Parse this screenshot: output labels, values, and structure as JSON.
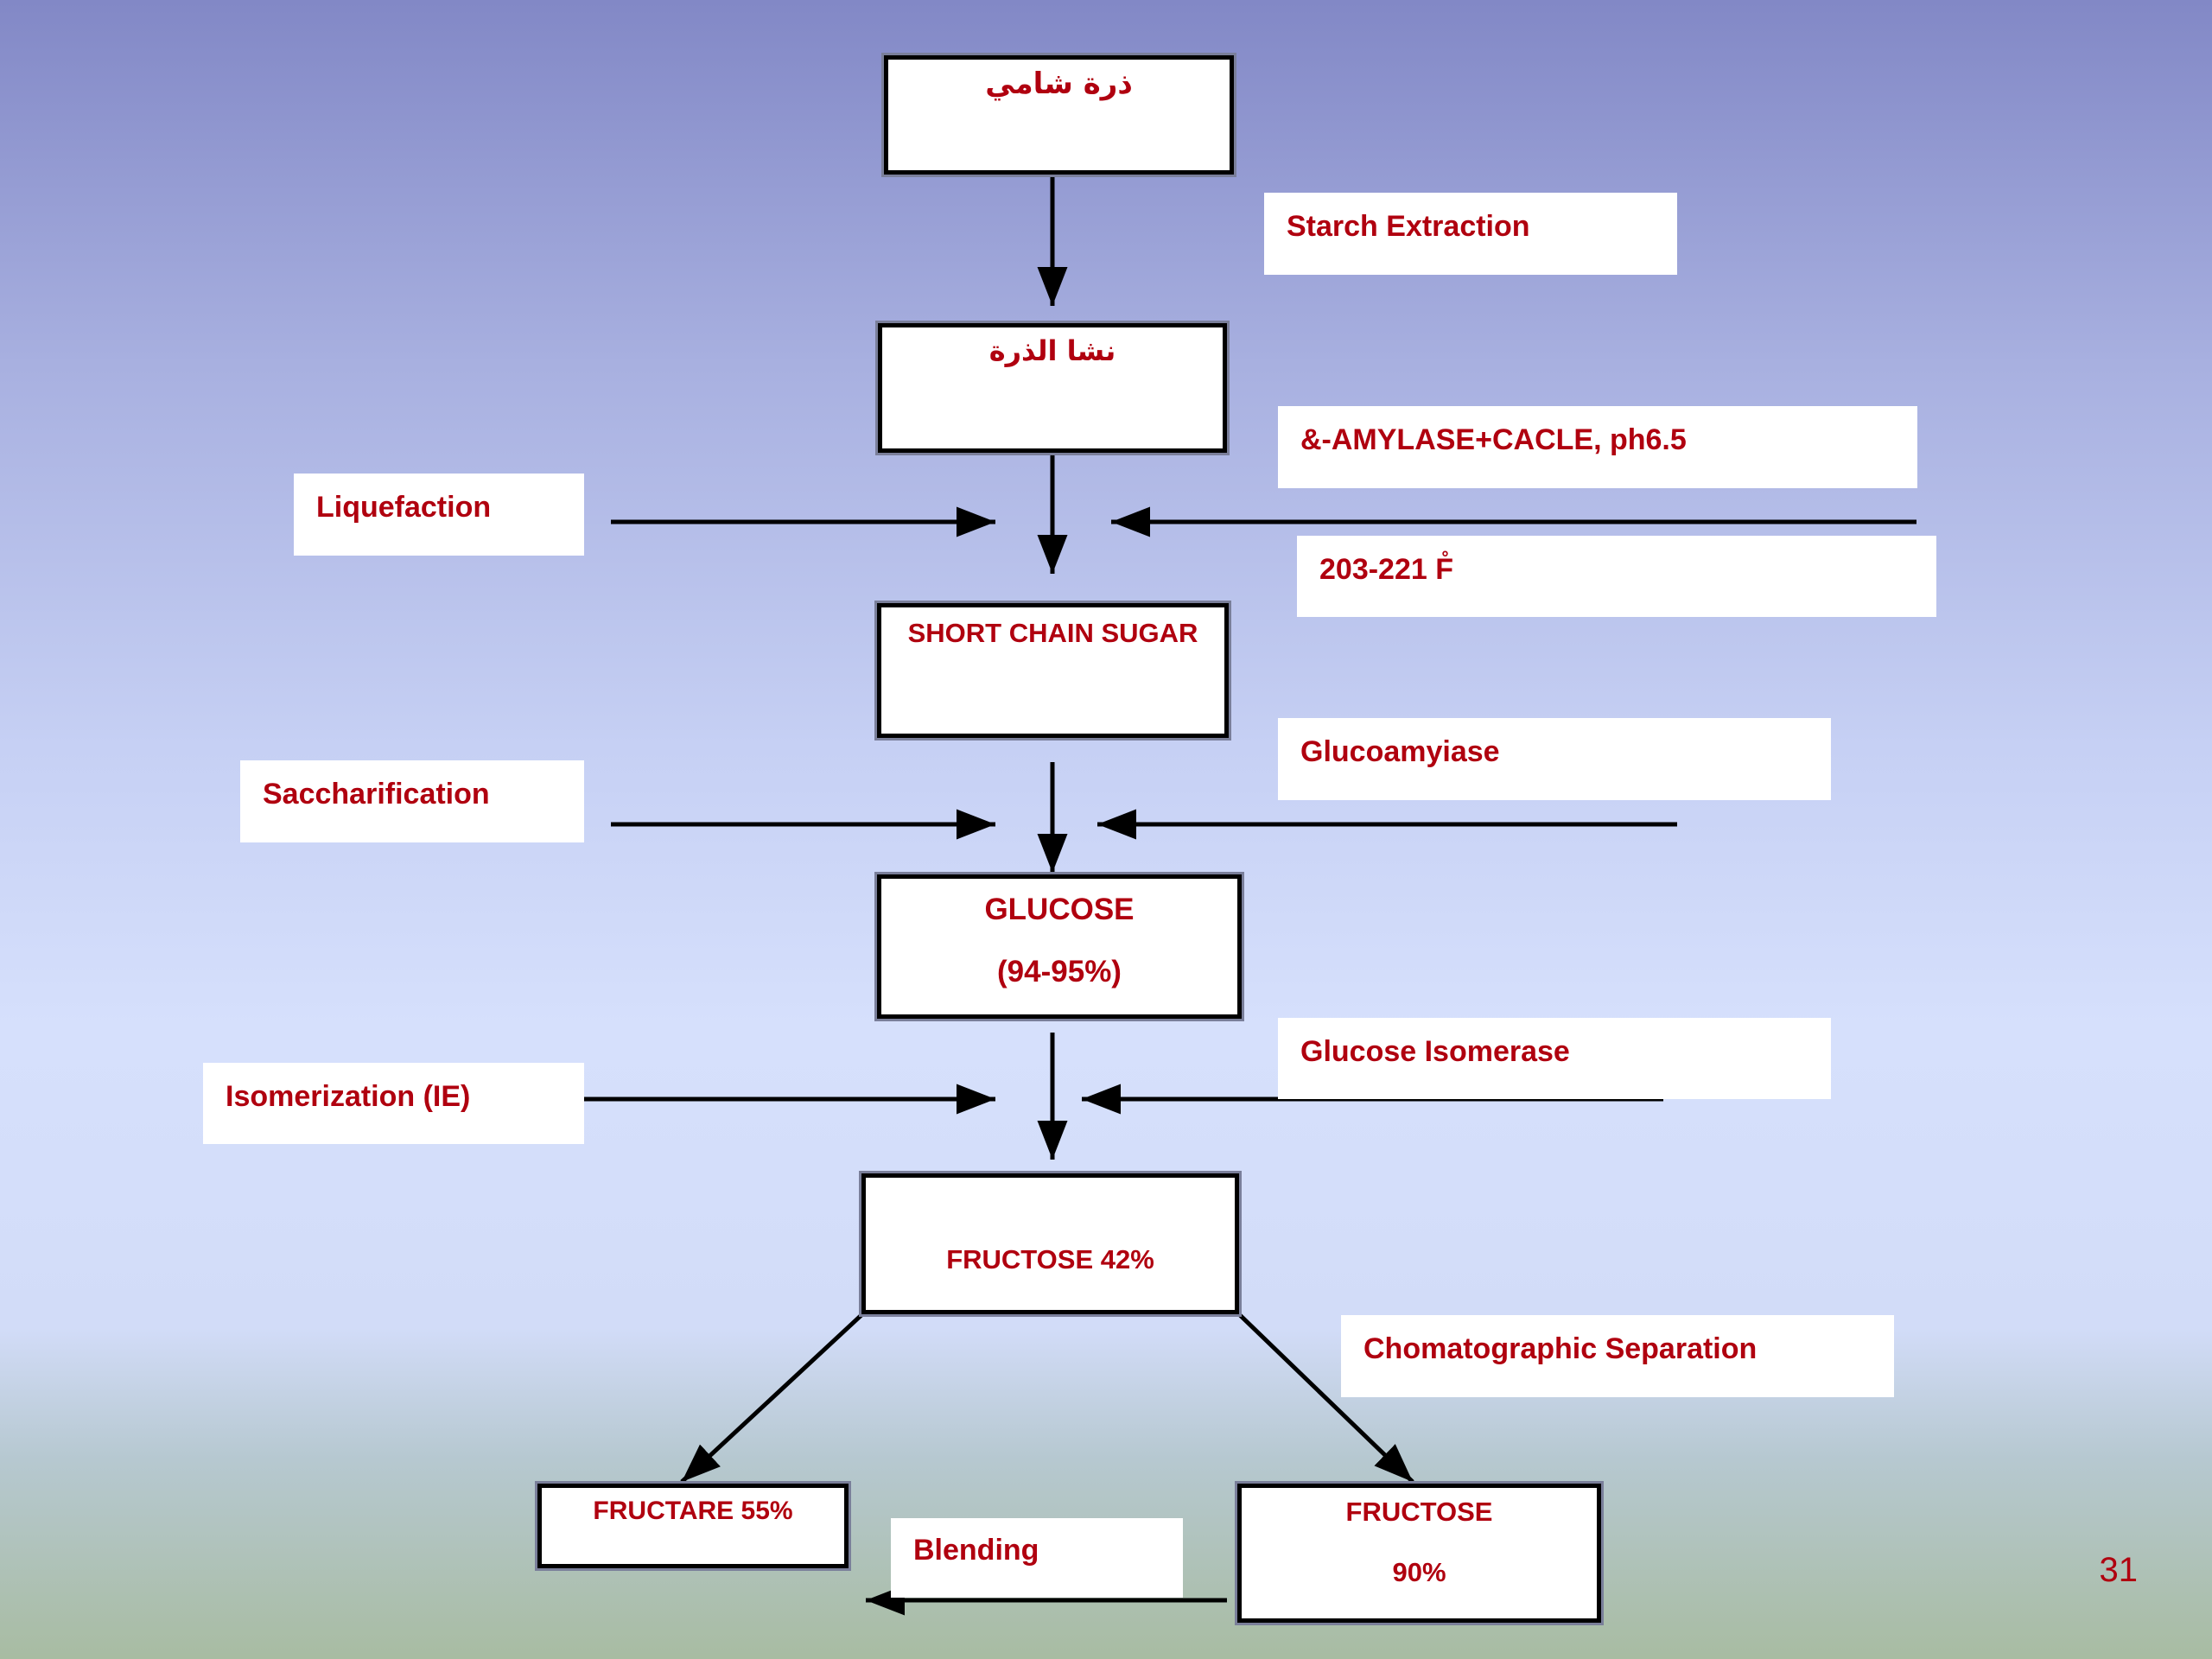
{
  "nodes": {
    "corn": "ذرة شامي",
    "corn_starch": "نشا الذرة",
    "short_chain_sugar": "SHORT CHAIN SUGAR",
    "glucose_line1": "GLUCOSE",
    "glucose_line2": "(94-95%)",
    "fructose_42": "FRUCTOSE 42%",
    "fructare_55": "FRUCTARE 55%",
    "fructose_90_line1": "FRUCTOSE",
    "fructose_90_line2": "90%"
  },
  "labels": {
    "starch_extraction": "Starch Extraction",
    "amylase": "&-AMYLASE+CACLE, ph6.5",
    "temperature": "203-221 F̊",
    "liquefaction": "Liquefaction",
    "glucoamylase": "Glucoamyiase",
    "saccharification": "Saccharification",
    "glucose_isomerase": "Glucose Isomerase",
    "isomerization": "Isomerization (IE)",
    "chromatographic_separation": "Chomatographic Separation",
    "blending": "Blending"
  },
  "slide_number": "31",
  "colors": {
    "text": "#b0000f",
    "box_border": "#000000",
    "arrow": "#000000"
  }
}
